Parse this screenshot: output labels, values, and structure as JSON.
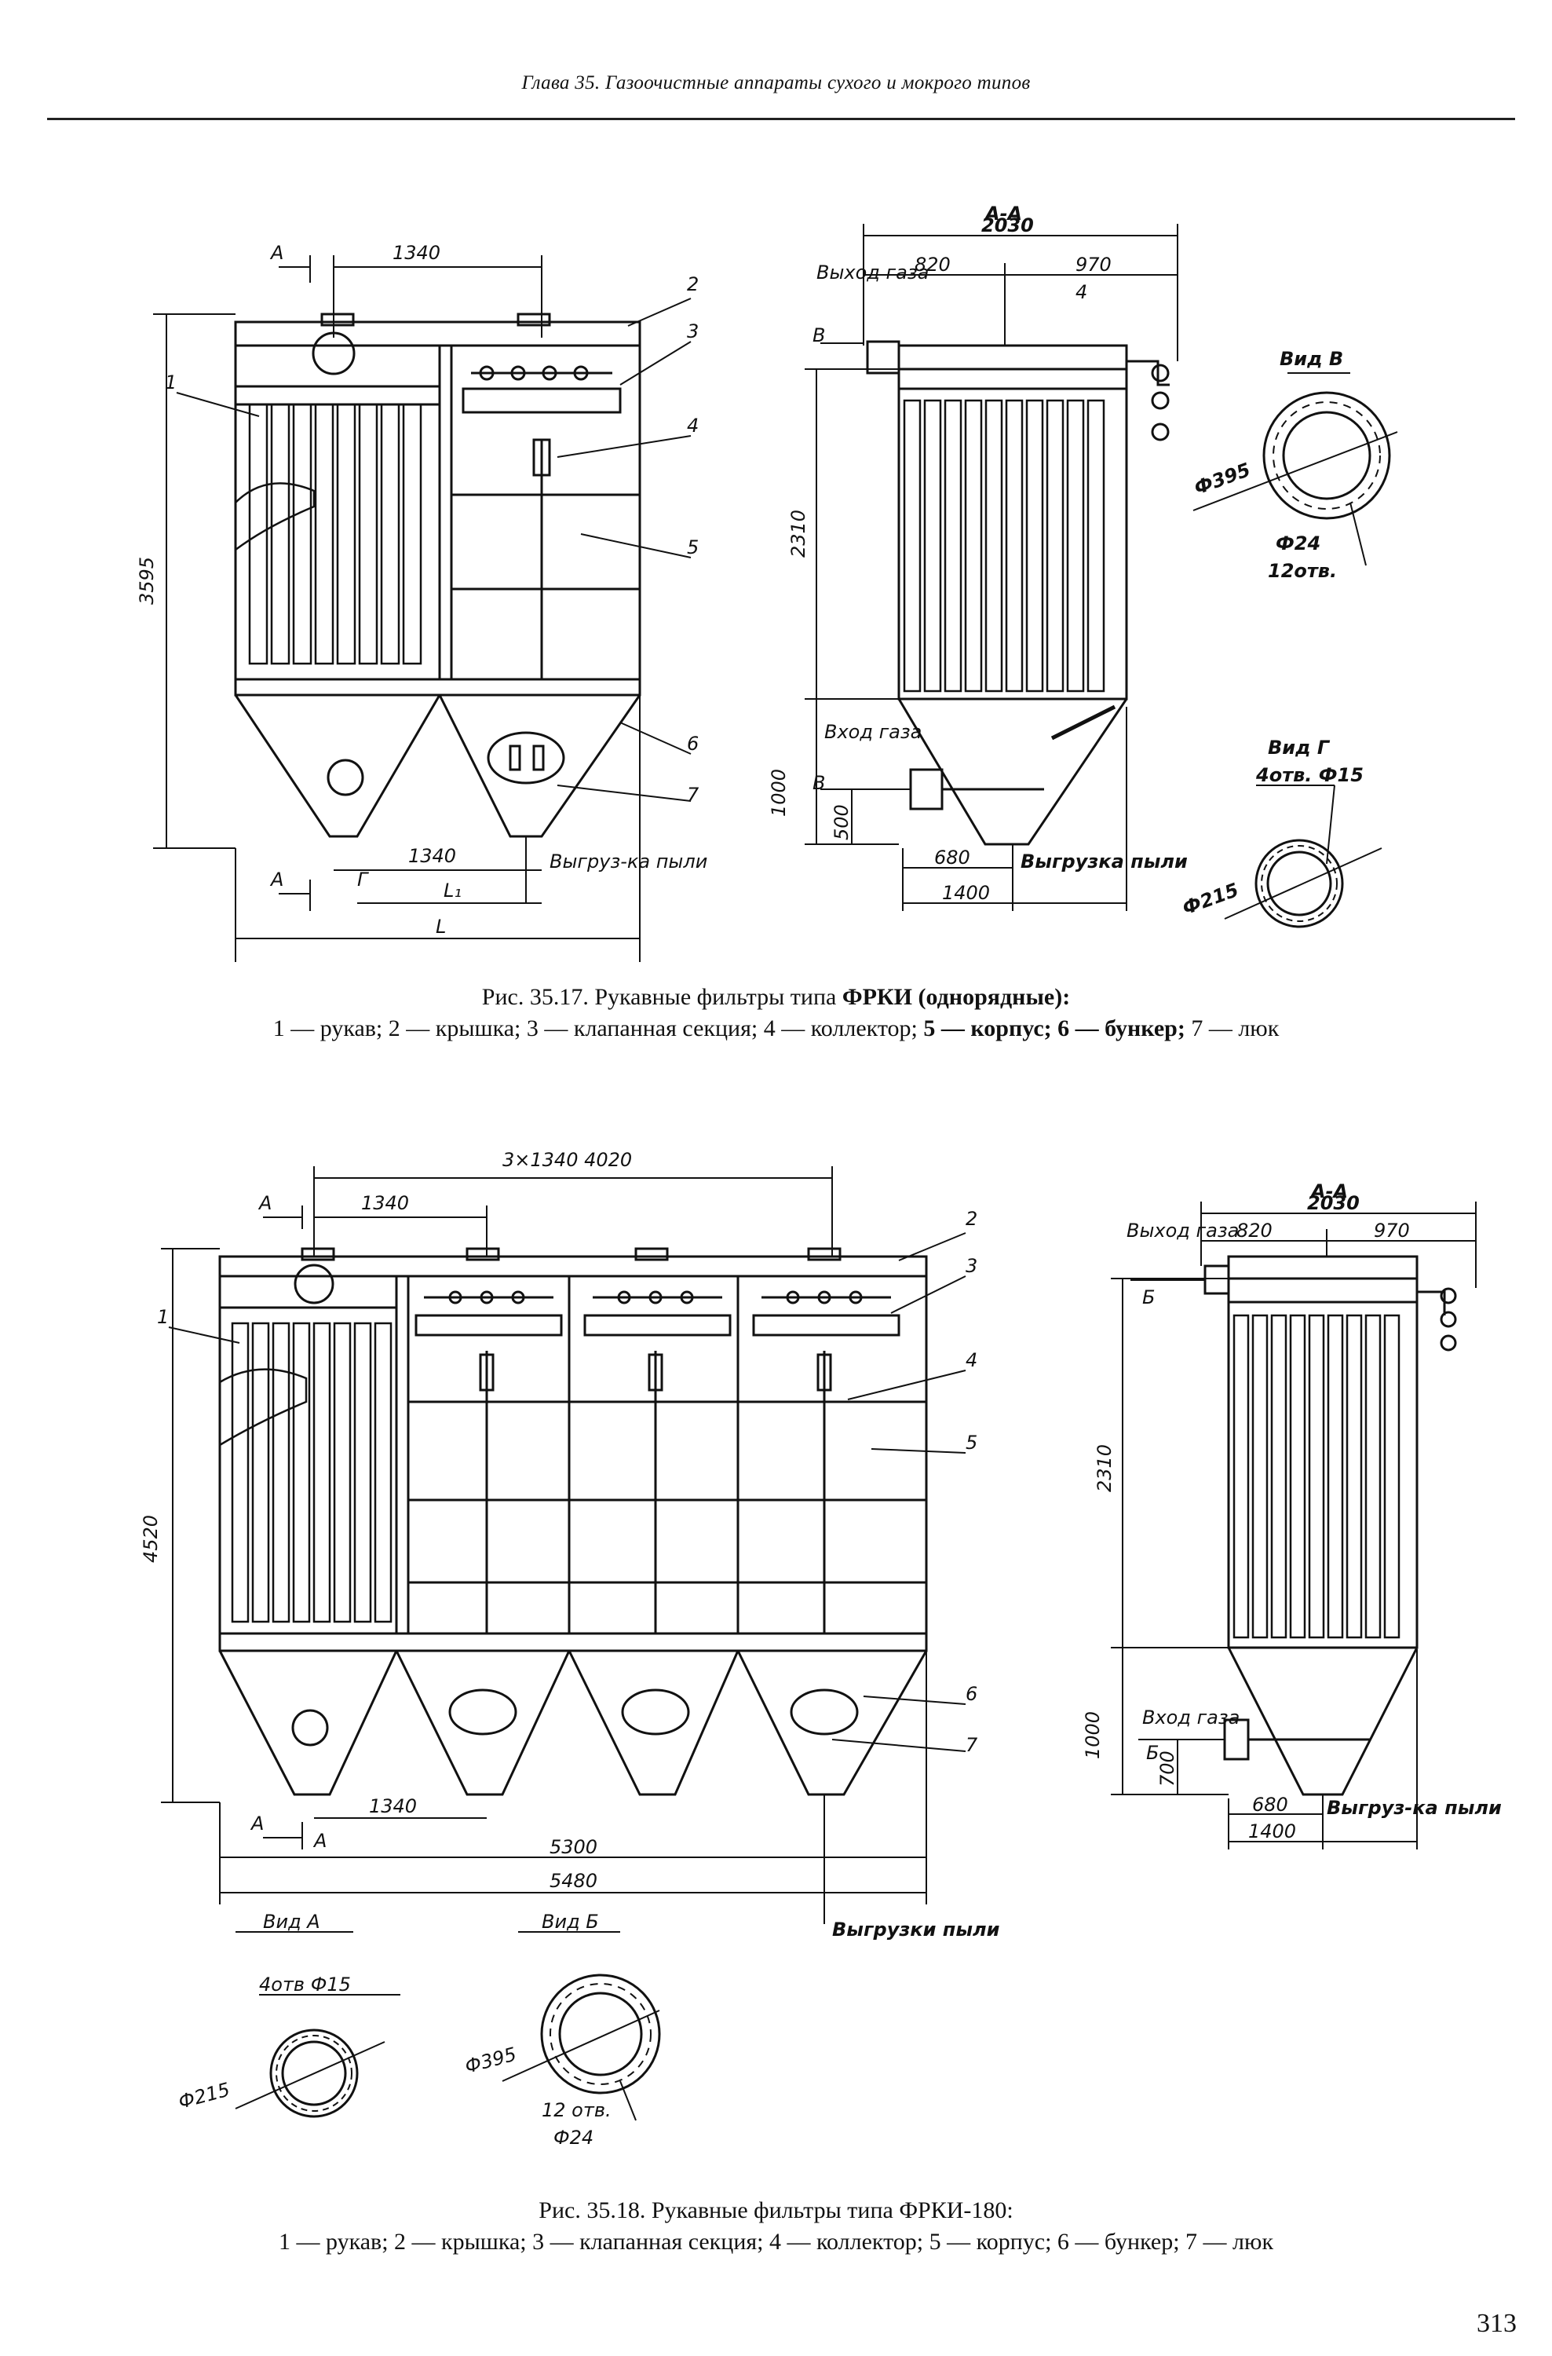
{
  "header": {
    "title": "Глава 35. Газоочистные аппараты сухого и мокрого типов"
  },
  "fig17": {
    "caption_title": "Рис. 35.17. Рукавные фильтры типа",
    "caption_title_bold": "ФРКИ (однорядные):",
    "caption_parts": [
      "1 — рукав; 2 — крышка; 3 — клапанная секция; 4 — коллектор;",
      "5 — корпус; 6 — бункер;",
      "7 — люк"
    ],
    "front": {
      "dim_top": "1340",
      "dim_height": "3595",
      "dim_bottom_inner": "1340",
      "label_l1": "L₁",
      "label_l": "L",
      "section_a_top": "A",
      "section_a_bottom": "A",
      "view_g": "Г",
      "unload": "Выгруз-ка пыли",
      "callouts": [
        "1",
        "2",
        "3",
        "4",
        "5",
        "6",
        "7"
      ]
    },
    "side": {
      "section_title": "A-A",
      "dim_total": "2030",
      "dim_left": "820",
      "dim_right": "970",
      "gas_out": "Выход газа",
      "gas_in": "Вход газа",
      "label_v_top": "В",
      "label_v_bottom": "В",
      "dim_2310": "2310",
      "dim_1000": "1000",
      "dim_500": "500",
      "dim_680": "680",
      "dim_1400": "1400",
      "unload": "Выгрузка пыли",
      "callout_4": "4"
    },
    "view_v": {
      "title": "Вид В",
      "dia_outer": "Ф395",
      "dia_hole": "Ф24",
      "holes": "12отв."
    },
    "view_g": {
      "title": "Вид Г",
      "holes": "4отв. Ф15",
      "dia": "Ф215"
    }
  },
  "fig18": {
    "caption_title": "Рис. 35.18. Рукавные фильтры типа ФРКИ-180:",
    "caption_parts": [
      "1 — рукав; 2 — крышка; 3 — клапанная секция; 4 — коллектор; 5 — корпус; 6 — бункер; 7 — люк"
    ],
    "front": {
      "dim_top": "3×1340  4020",
      "dim_sub": "1340",
      "dim_height": "4520",
      "dim_bottom_inner": "1340",
      "dim_5300": "5300",
      "dim_5480": "5480",
      "section_a_top": "A",
      "section_a_bottom": "A",
      "label_a": "A",
      "unload": "Выгрузки пыли",
      "callouts": [
        "1",
        "2",
        "3",
        "4",
        "5",
        "6",
        "7"
      ]
    },
    "side": {
      "section_title": "A-A",
      "dim_total": "2030",
      "dim_left": "820",
      "dim_right": "970",
      "gas_out": "Выход газа",
      "gas_in": "Вход газа",
      "label_b_top": "Б",
      "label_b_bottom": "Б",
      "dim_2310": "2310",
      "dim_1000": "1000",
      "dim_700": "700",
      "dim_680": "680",
      "dim_1400": "1400",
      "unload": "Выгруз-ка пыли"
    },
    "view_a": {
      "title": "Вид А",
      "holes": "4отв Ф15",
      "dia": "Ф215"
    },
    "view_b": {
      "title": "Вид Б",
      "dia_outer": "Ф395",
      "holes": "12 отв.",
      "dia_hole": "Ф24"
    }
  },
  "page_number": "313"
}
